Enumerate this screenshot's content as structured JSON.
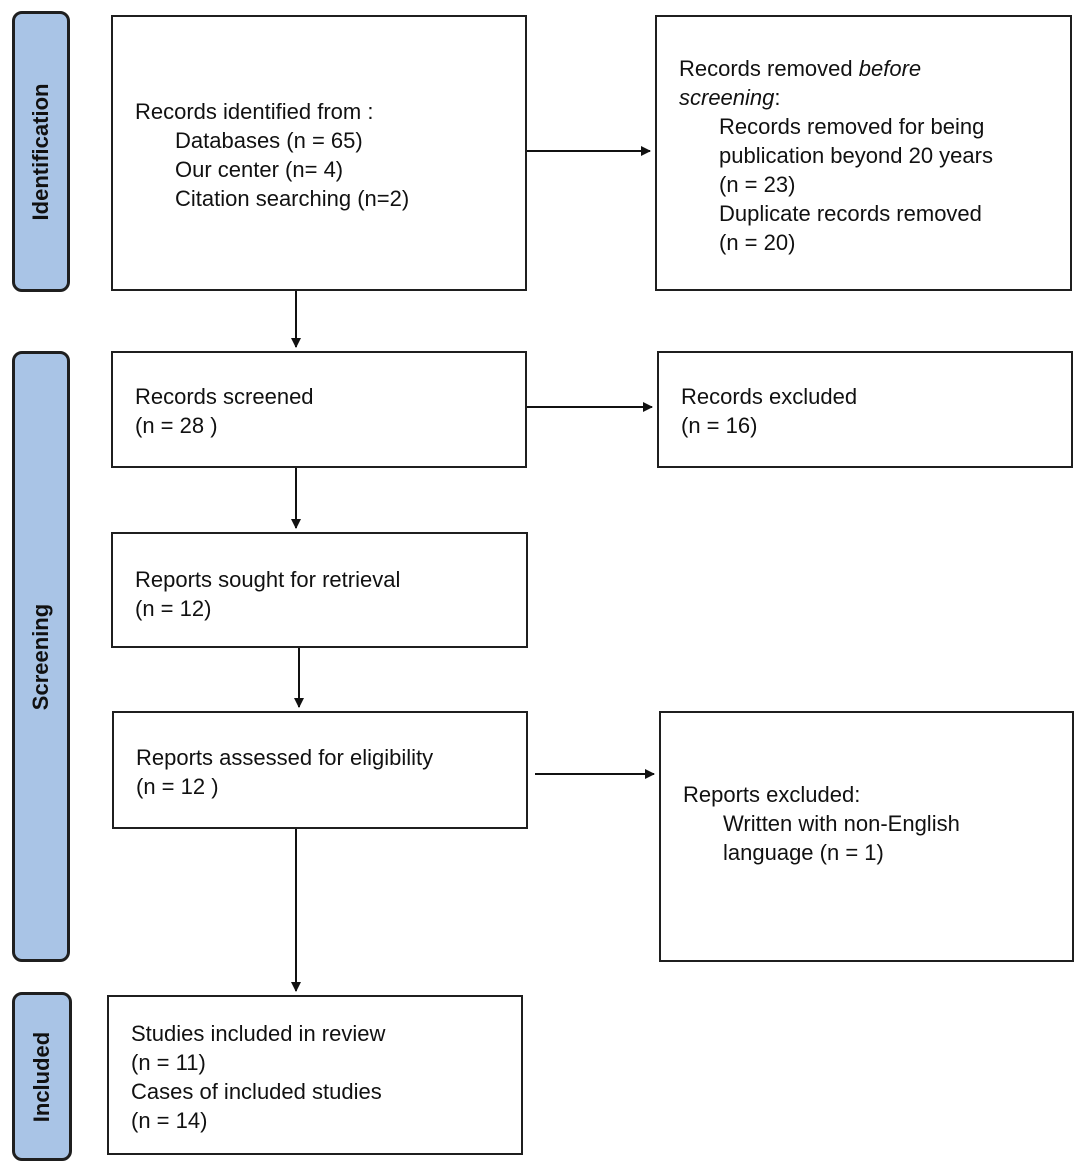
{
  "phases": {
    "identification": "Identification",
    "screening": "Screening",
    "included": "Included"
  },
  "boxes": {
    "identified": {
      "title": "Records identified from :",
      "items": [
        "Databases (n = 65)",
        "Our center (n= 4)",
        "Citation searching (n=2)"
      ]
    },
    "removed": {
      "title_pre": "Records removed ",
      "title_em1": "before",
      "title_em2": "screening",
      "title_post": ":",
      "items": [
        "Records removed for being",
        "publication beyond 20 years",
        "(n = 23)",
        "Duplicate records removed",
        "(n = 20)"
      ]
    },
    "screened": {
      "title": "Records screened",
      "count": "(n = 28 )"
    },
    "excluded": {
      "title": "Records excluded",
      "count": "(n = 16)"
    },
    "sought": {
      "title": "Reports sought for retrieval",
      "count": "(n = 12)"
    },
    "assessed": {
      "title": "Reports assessed for eligibility",
      "count": "(n = 12 )"
    },
    "reports_excluded": {
      "title": "Reports excluded:",
      "items": [
        "Written with non-English",
        "language (n = 1)"
      ]
    },
    "included": {
      "lines": [
        "Studies included in review",
        "(n = 11)",
        "Cases of included studies",
        "(n = 14)"
      ]
    }
  }
}
